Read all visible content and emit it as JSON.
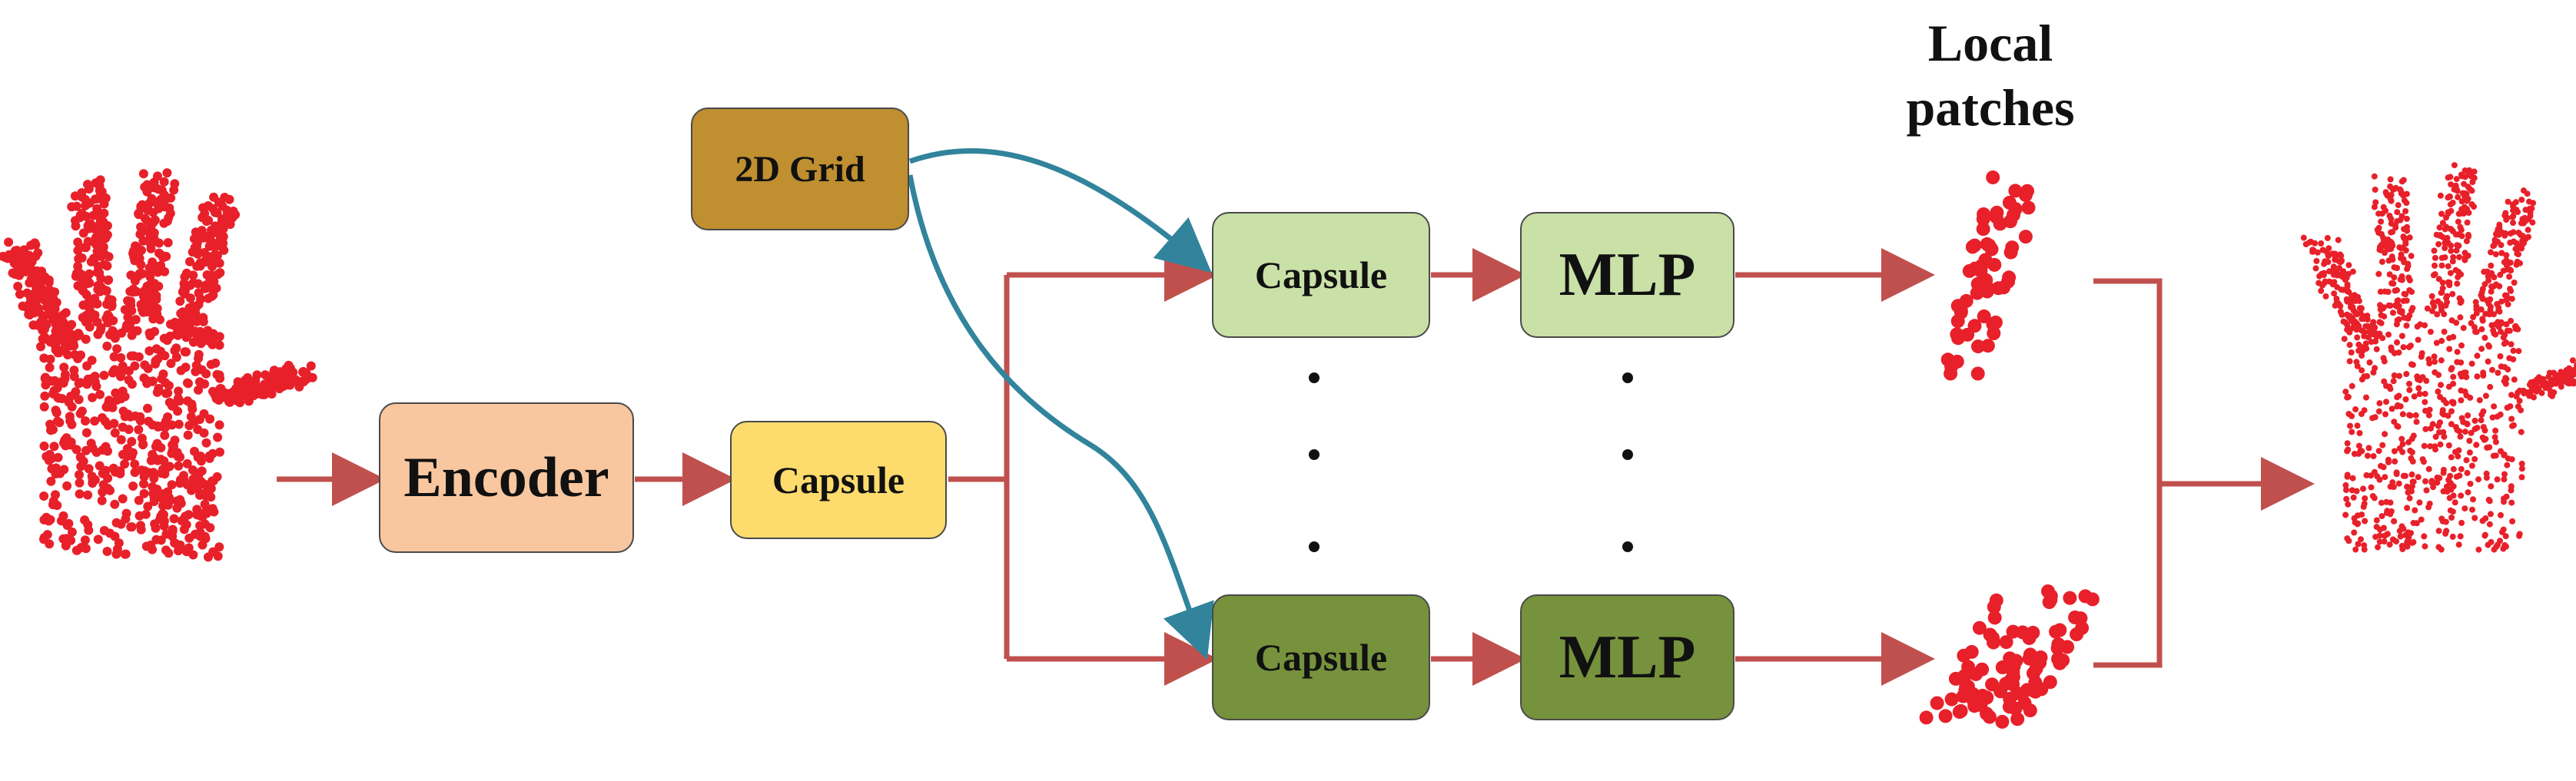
{
  "nodes": {
    "encoder": {
      "label": "Encoder",
      "color": "#F8C7A0"
    },
    "capsule_main": {
      "label": "Capsule",
      "color": "#FDDB6D"
    },
    "grid2d": {
      "label": "2D Grid",
      "color": "#BF8F30"
    },
    "capsule_top": {
      "label": "Capsule",
      "color": "#C9E0A7"
    },
    "mlp_top": {
      "label": "MLP",
      "color": "#C9E0A7"
    },
    "capsule_bottom": {
      "label": "Capsule",
      "color": "#76923C"
    },
    "mlp_bottom": {
      "label": "MLP",
      "color": "#76923C"
    }
  },
  "local_patches": {
    "line1": "Local",
    "line2": "patches"
  },
  "colors": {
    "flow_arrow": "#C0504D",
    "grid_arrow": "#31849B",
    "points": "#E8202A",
    "border": "#4a4a4a"
  },
  "icons": {
    "input": "hand-point-cloud",
    "output": "reconstructed-hand-point-cloud",
    "patch_top": "local-patch-point-cloud",
    "patch_bottom": "local-patch-point-cloud",
    "ellipsis": "vertical-dots"
  }
}
